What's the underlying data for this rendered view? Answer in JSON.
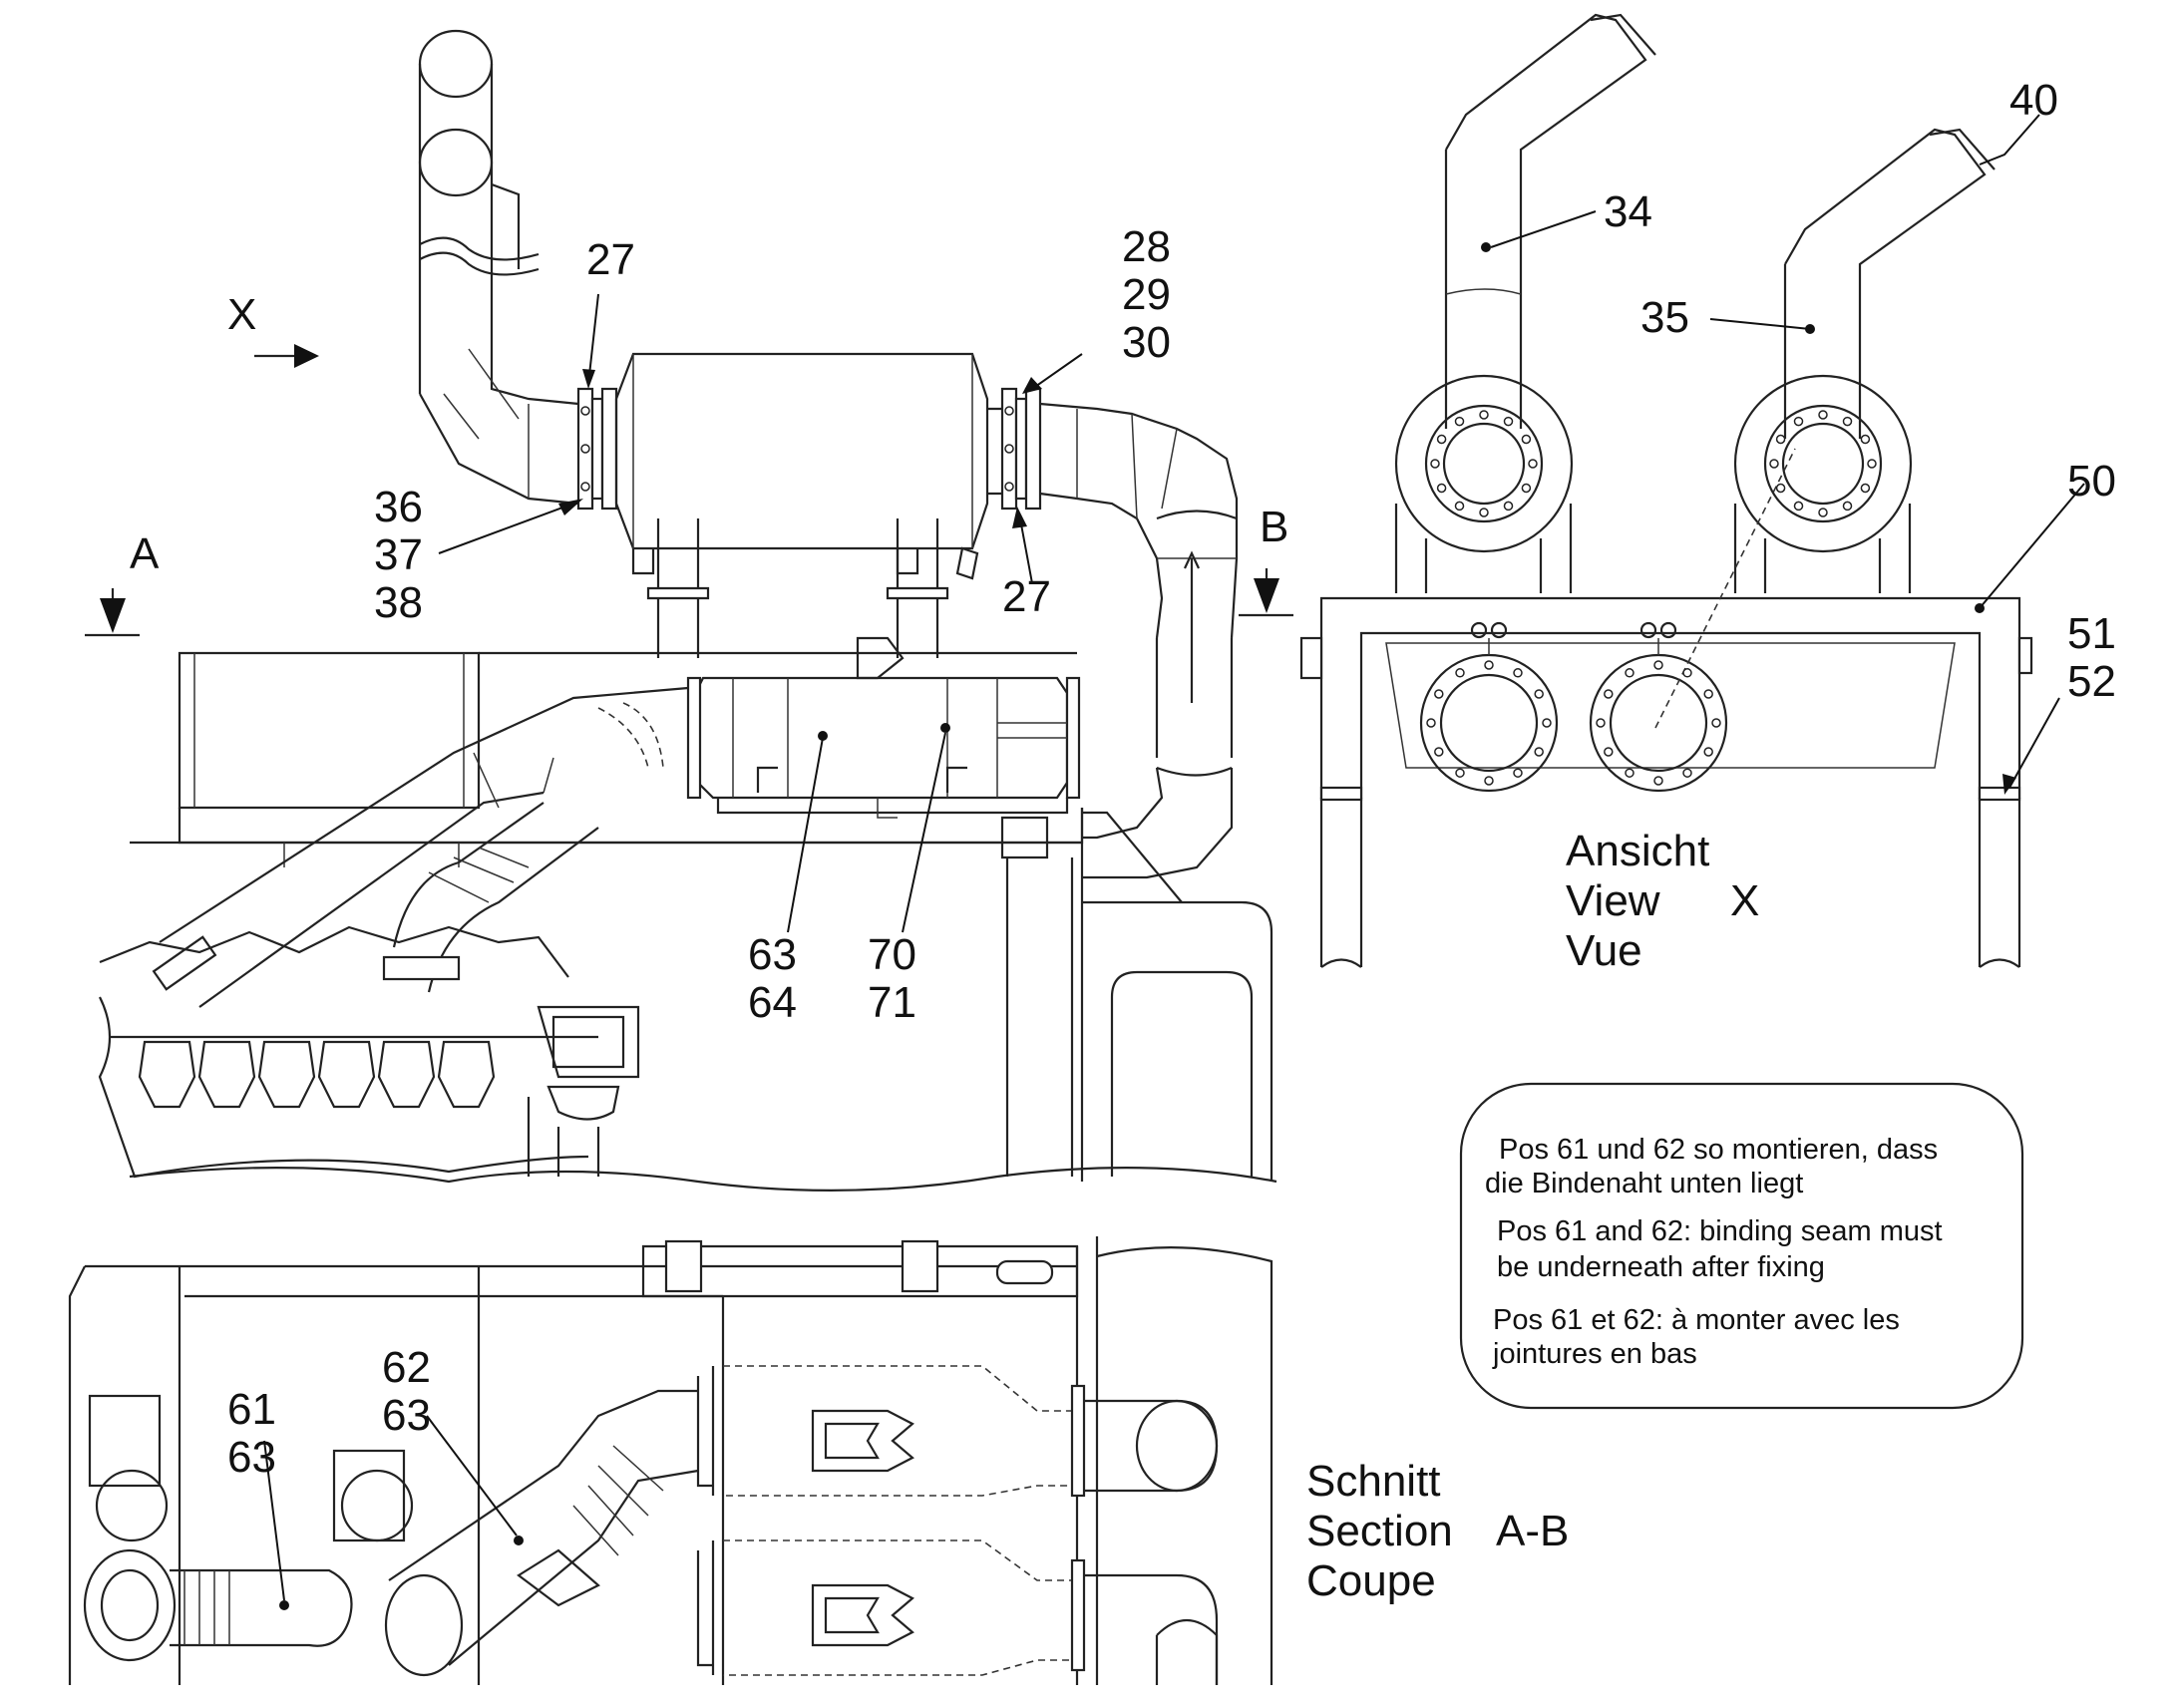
{
  "view_x": {
    "marker": "X",
    "caption": [
      "Ansicht",
      "View",
      "Vue"
    ],
    "caption_suffix": "X"
  },
  "section_marks": {
    "a": "A",
    "b": "B"
  },
  "section_ab": {
    "caption": [
      "Schnitt",
      "Section",
      "Coupe"
    ],
    "caption_suffix": "A-B"
  },
  "part_labels": {
    "p27_top": "27",
    "p27_bottom": "27",
    "p28": "28",
    "p29": "29",
    "p30": "30",
    "p34": "34",
    "p35": "35",
    "p36": "36",
    "p37": "37",
    "p38": "38",
    "p40": "40",
    "p50": "50",
    "p51": "51",
    "p52": "52",
    "p63_mid": "63",
    "p64": "64",
    "p70": "70",
    "p71": "71",
    "p61": "61",
    "p63_left": "63",
    "p62": "62",
    "p63_right": "63"
  },
  "note": {
    "de_line1": "Pos 61 und 62 so montieren, dass",
    "de_line2": "die Bindenaht unten liegt",
    "en_line1": "Pos 61 and 62: binding seam must",
    "en_line2": "be underneath after fixing",
    "fr_line1": "Pos 61 et 62: à monter avec les",
    "fr_line2": "jointures en bas"
  }
}
